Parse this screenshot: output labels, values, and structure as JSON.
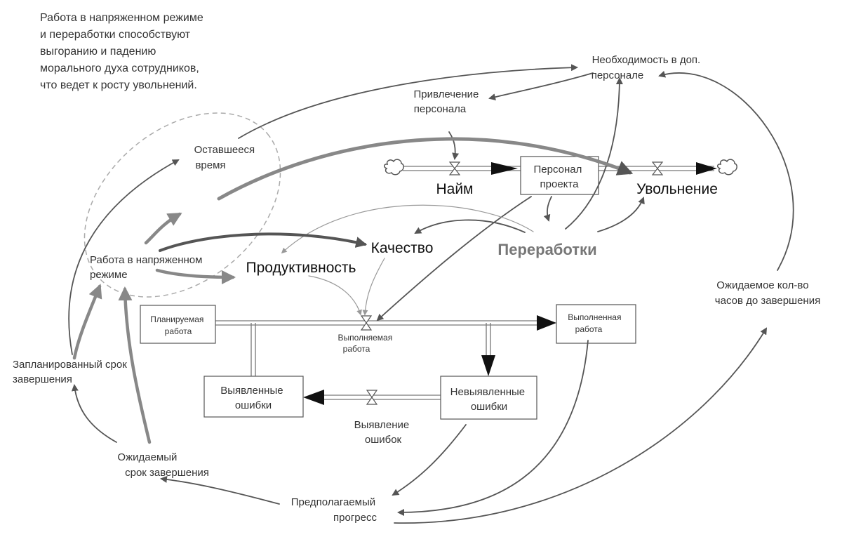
{
  "annotation": {
    "lines": [
      "Работа в напряженном режиме",
      "и переработки способствуют",
      "выгоранию и  падению",
      "морального духа сотрудников,",
      "что ведет к росту увольнений."
    ]
  },
  "variables": {
    "need_staff": [
      "Необходимость в доп.",
      "персонале"
    ],
    "recruit": [
      "Привлечение",
      "персонала"
    ],
    "remaining_time": [
      "Оставшееся",
      "время"
    ],
    "hire": "Найм",
    "project_staff": [
      "Персонал",
      "проекта"
    ],
    "quit": "Увольнение",
    "quality": "Качество",
    "overtime": "Переработки",
    "stress_work": [
      "Работа в напряженном",
      "режиме"
    ],
    "productivity": "Продуктивность",
    "planned_work": [
      "Планируемая",
      "работа"
    ],
    "work_done_rate": [
      "Выполняемая",
      "работа"
    ],
    "completed_work": [
      "Выполненная",
      "работа"
    ],
    "found_errors": [
      "Выявленные",
      "ошибки"
    ],
    "hidden_errors": [
      "Невыявленные",
      "ошибки"
    ],
    "error_detection": [
      "Выявление",
      "ошибок"
    ],
    "planned_deadline": [
      "Запланированный срок",
      "завершения"
    ],
    "expected_deadline": [
      "Ожидаемый",
      "срок завершения"
    ],
    "expected_hours": [
      "Ожидаемое кол-во",
      "часов до завершения"
    ],
    "perceived_progress": [
      "Предполагаемый",
      "прогресс"
    ]
  }
}
